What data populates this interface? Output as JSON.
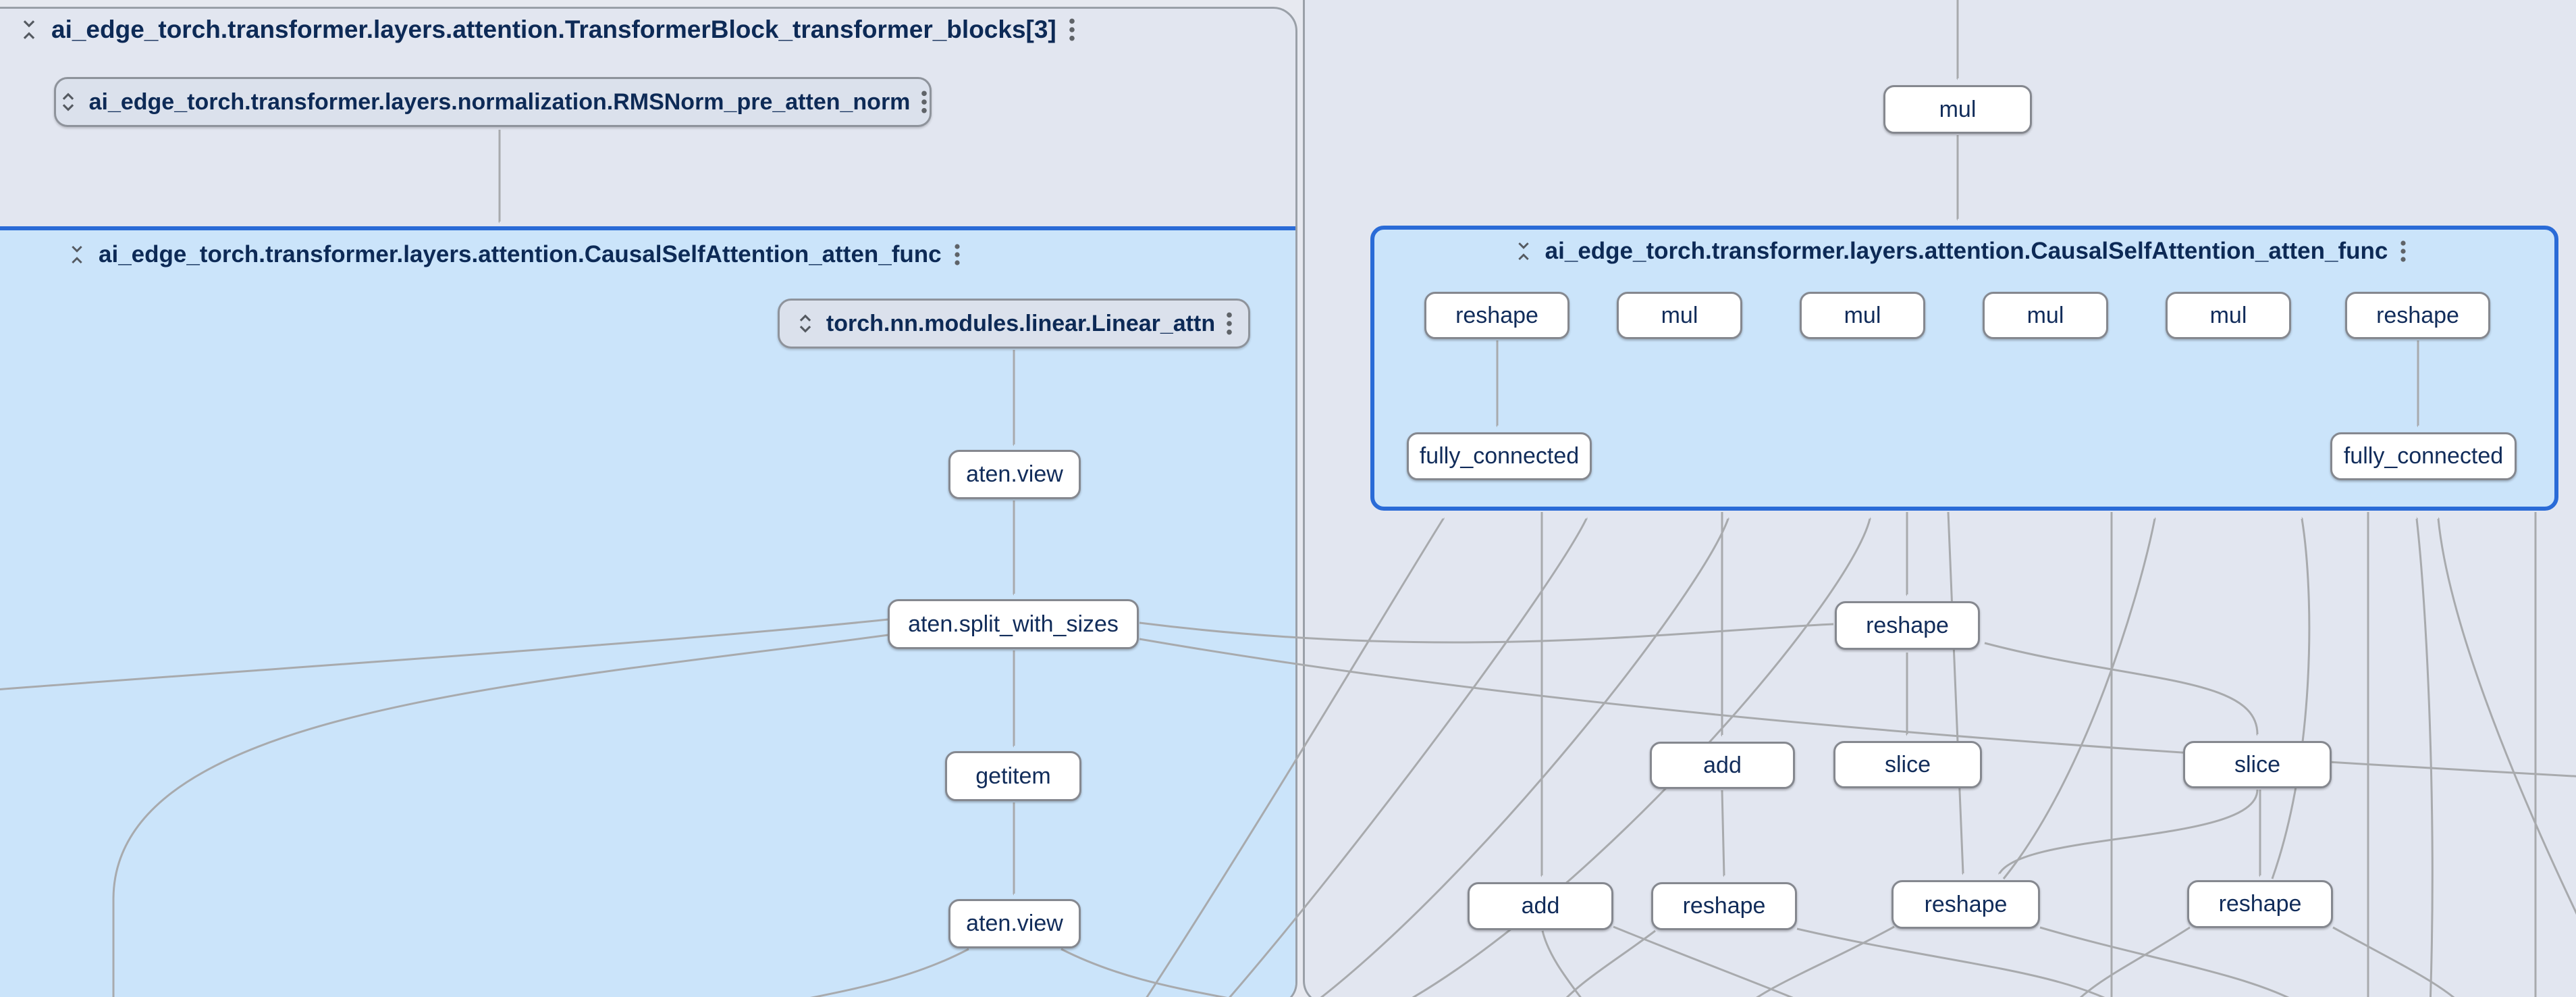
{
  "left_group": {
    "title": "ai_edge_torch.transformer.layers.attention.TransformerBlock_transformer_blocks[3]",
    "rmsnorm_label": "ai_edge_torch.transformer.layers.normalization.RMSNorm_pre_atten_norm",
    "panel": {
      "title": "ai_edge_torch.transformer.layers.attention.CausalSelfAttention_atten_func",
      "linear_label": "torch.nn.modules.linear.Linear_attn",
      "ops": [
        "aten.view",
        "aten.split_with_sizes",
        "getitem",
        "aten.view"
      ]
    }
  },
  "right_group": {
    "top_op": "mul",
    "panel": {
      "title": "ai_edge_torch.transformer.layers.attention.CausalSelfAttention_atten_func",
      "row_ops": [
        "reshape",
        "mul",
        "mul",
        "mul",
        "mul",
        "reshape"
      ],
      "fc_ops": [
        "fully_connected",
        "fully_connected"
      ]
    },
    "mid_ops": [
      "reshape",
      "add",
      "slice",
      "slice"
    ],
    "bottom_ops": [
      "add",
      "reshape",
      "reshape",
      "reshape"
    ]
  },
  "icons": {
    "collapse": "unfold-less-icon",
    "expand": "unfold-more-icon",
    "menu": "more-vert-icon"
  },
  "colors": {
    "selected_border": "#2a6bd7",
    "panel_fill": "#cbe4fa",
    "group_fill": "#e2e6f0",
    "group_border": "#9aa0a8",
    "node_fill": "#ffffff",
    "node_border": "#85888f",
    "node_text": "#112c5a",
    "edge": "#a8aaad"
  }
}
